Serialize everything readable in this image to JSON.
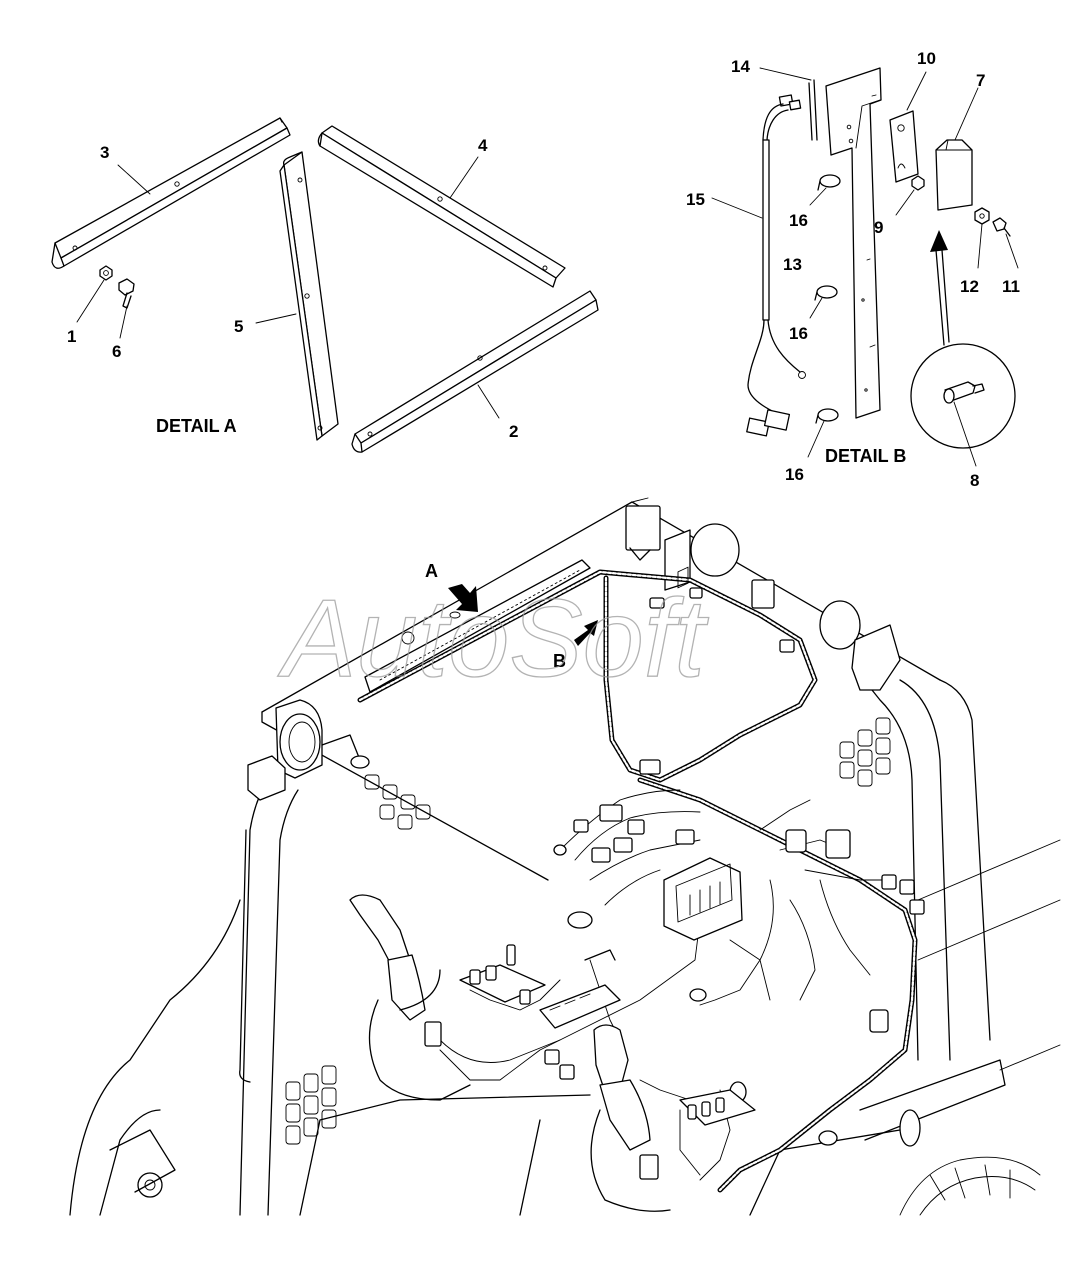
{
  "callouts": {
    "n1": "1",
    "n2": "2",
    "n3": "3",
    "n4": "4",
    "n5": "5",
    "n6": "6",
    "n7": "7",
    "n8": "8",
    "n9": "9",
    "n10": "10",
    "n11": "11",
    "n12": "12",
    "n13": "13",
    "n14": "14",
    "n15": "15",
    "n16": "16"
  },
  "details": {
    "detail_a": "DETAIL A",
    "detail_b": "DETAIL B"
  },
  "location_arrows": {
    "a": "A",
    "b": "B"
  },
  "watermark": "AutoSoft"
}
